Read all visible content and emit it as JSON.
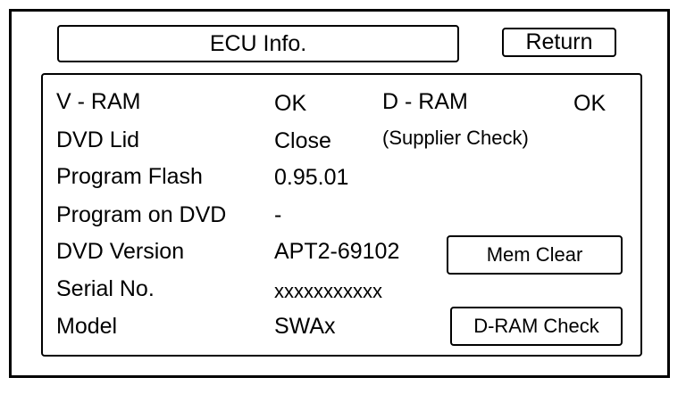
{
  "header": {
    "title": "ECU Info.",
    "return_label": "Return"
  },
  "info": {
    "vram_label": "V - RAM",
    "vram_value": "OK",
    "dram_label": "D - RAM",
    "dram_value": "OK",
    "dvd_lid_label": "DVD Lid",
    "dvd_lid_value": "Close",
    "supplier_check": "(Supplier Check)",
    "program_flash_label": "Program Flash",
    "program_flash_value": "0.95.01",
    "program_on_dvd_label": "Program on DVD",
    "program_on_dvd_value": "-",
    "dvd_version_label": "DVD Version",
    "dvd_version_value": "APT2-69102",
    "serial_label": "Serial No.",
    "serial_value": "xxxxxxxxxxx",
    "model_label": "Model",
    "model_value": "SWAx"
  },
  "buttons": {
    "mem_clear": "Mem Clear",
    "dram_check": "D-RAM Check"
  }
}
